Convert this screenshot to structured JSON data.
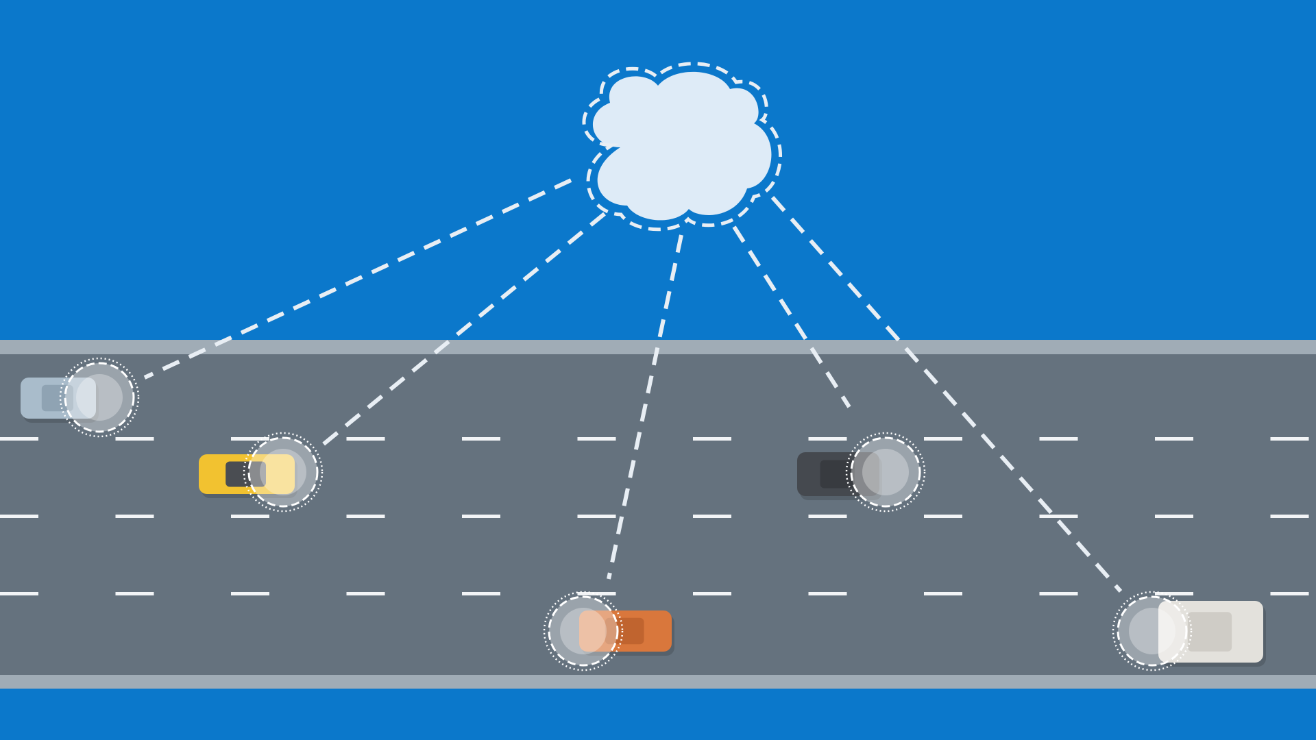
{
  "colors": {
    "sky": "#0b78cb",
    "road": "#65727e",
    "road_edge": "#a0acb6",
    "lane_marking": "#f2f4f6",
    "cloud_fill": "#deebf7",
    "link_line": "#e8eef4"
  },
  "cloud": {
    "icon": "cloud-icon"
  },
  "vehicles": [
    {
      "id": "gray-van",
      "color": "#a9bccb",
      "roof": "#8fa3b3"
    },
    {
      "id": "yellow-taxi",
      "color": "#f2c230",
      "roof": "#4a4d52"
    },
    {
      "id": "orange-car",
      "color": "#d9773c",
      "roof": "#c0642f"
    },
    {
      "id": "dark-car",
      "color": "#45494f",
      "roof": "#383b40"
    },
    {
      "id": "white-truck",
      "color": "#e3e1dc",
      "roof": "#cfccc6"
    }
  ]
}
